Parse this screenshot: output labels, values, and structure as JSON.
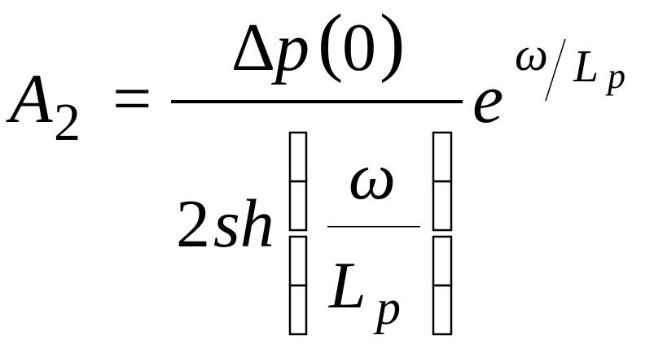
{
  "formula": {
    "lhs": {
      "base": "A",
      "subscript": "2"
    },
    "equals": "=",
    "numerator": {
      "delta": "Δ",
      "p": "p",
      "open_paren": "(",
      "arg": "0",
      "close_paren": ")"
    },
    "denominator": {
      "coefficient": "2",
      "func": "sh",
      "inner_numerator": "ω",
      "inner_denominator_base": "L",
      "inner_denominator_sub": "p"
    },
    "exponential": {
      "base": "e",
      "exp_numerator": "ω",
      "exp_slash": "/",
      "exp_denominator_base": "L",
      "exp_denominator_sub": "p"
    }
  },
  "colors": {
    "ink": "#000000",
    "background": "#ffffff"
  }
}
